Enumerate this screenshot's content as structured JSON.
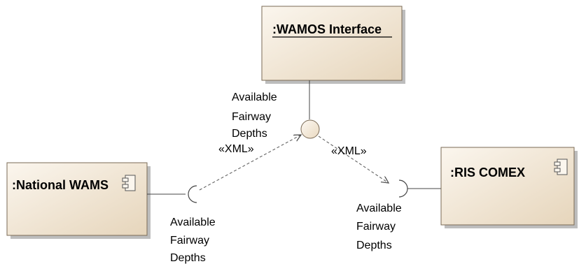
{
  "diagram": {
    "components": {
      "wamos_interface": {
        "title": ":WAMOS Interface"
      },
      "national_wams": {
        "title": ":National WAMS"
      },
      "ris_comex": {
        "title": ":RIS COMEX"
      }
    },
    "provided_interface": {
      "label_lines": [
        "Available",
        "Fairway",
        "Depths"
      ]
    },
    "required_interface_left": {
      "label_lines": [
        "Available",
        "Fairway",
        "Depths"
      ]
    },
    "required_interface_right": {
      "label_lines": [
        "Available",
        "Fairway",
        "Depths"
      ]
    },
    "dependencies": {
      "left": {
        "stereotype": "«XML»"
      },
      "right": {
        "stereotype": "«XML»"
      }
    },
    "colors": {
      "box_fill_light": "#fbf6ee",
      "box_fill_dark": "#e8d8bf",
      "box_border": "#7a6a55",
      "shadow": "#b8b8b8",
      "lines": "#444444"
    },
    "icons": [
      "component-icon"
    ]
  }
}
